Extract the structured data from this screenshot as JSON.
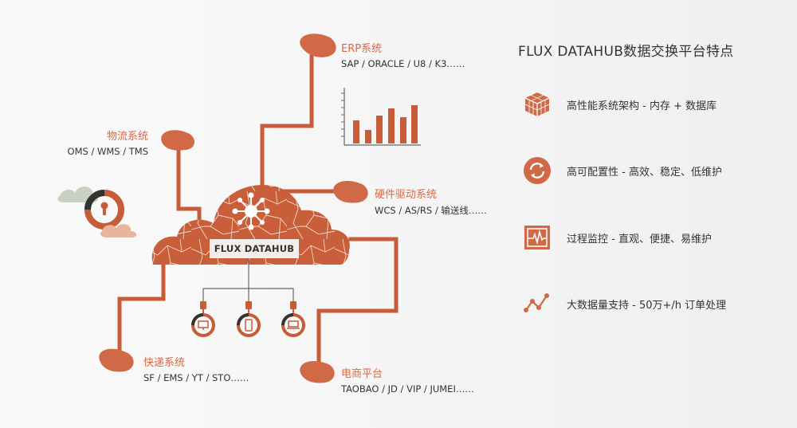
{
  "systems": {
    "erp": {
      "title": "ERP系统",
      "detail": "SAP / ORACLE / U8 / K3……"
    },
    "logistics": {
      "title": "物流系统",
      "detail": "OMS / WMS / TMS"
    },
    "hardware": {
      "title": "硬件驱动系统",
      "detail": "WCS / AS/RS / 输送线……"
    },
    "express": {
      "title": "快递系统",
      "detail": "SF / EMS / YT / STO……"
    },
    "ecommerce": {
      "title": "电商平台",
      "detail": "TAOBAO / JD / VIP / JUMEI……"
    }
  },
  "hub": {
    "label": "FLUX DATAHUB"
  },
  "panel": {
    "title": "FLUX DATAHUB数据交换平台特点",
    "features": [
      {
        "icon": "cube-stack-icon",
        "text": "高性能系统架构 - 内存 + 数据库"
      },
      {
        "icon": "refresh-circle-icon",
        "text": "高可配置性 - 高效、稳定、低维护"
      },
      {
        "icon": "monitor-pulse-icon",
        "text": "过程监控 - 直观、便捷、易维护"
      },
      {
        "icon": "trend-line-icon",
        "text": "大数据量支持 - 50万+/h 订单处理"
      }
    ]
  },
  "colors": {
    "accent": "#d86a45",
    "line": "#c65d38",
    "dark": "#333333",
    "cloud_deco": "#c9d2c2"
  }
}
